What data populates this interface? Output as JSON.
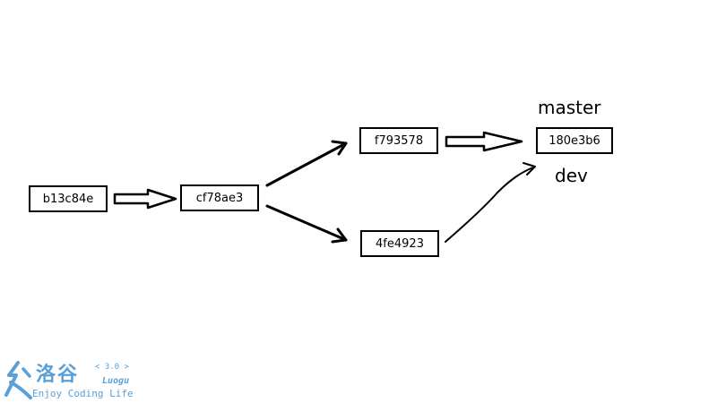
{
  "diagram": {
    "commits": [
      {
        "id": "b13c84e"
      },
      {
        "id": "cf78ae3"
      },
      {
        "id": "f793578"
      },
      {
        "id": "4fe4923"
      },
      {
        "id": "180e3b6"
      }
    ],
    "labels": {
      "master": "master",
      "dev": "dev"
    },
    "edges": [
      {
        "from": "b13c84e",
        "to": "cf78ae3",
        "style": "block-arrow"
      },
      {
        "from": "cf78ae3",
        "to": "f793578",
        "style": "line-arrow"
      },
      {
        "from": "cf78ae3",
        "to": "4fe4923",
        "style": "line-arrow"
      },
      {
        "from": "f793578",
        "to": "180e3b6",
        "style": "block-arrow"
      },
      {
        "from": "4fe4923",
        "to": "180e3b6",
        "style": "curve-arrow"
      }
    ]
  },
  "watermark": {
    "brand_cn": "洛谷",
    "version": "< 3.0 >",
    "brand_en": "Luogu",
    "tagline": "Enjoy Coding Life",
    "color": "#5aa0d6"
  }
}
